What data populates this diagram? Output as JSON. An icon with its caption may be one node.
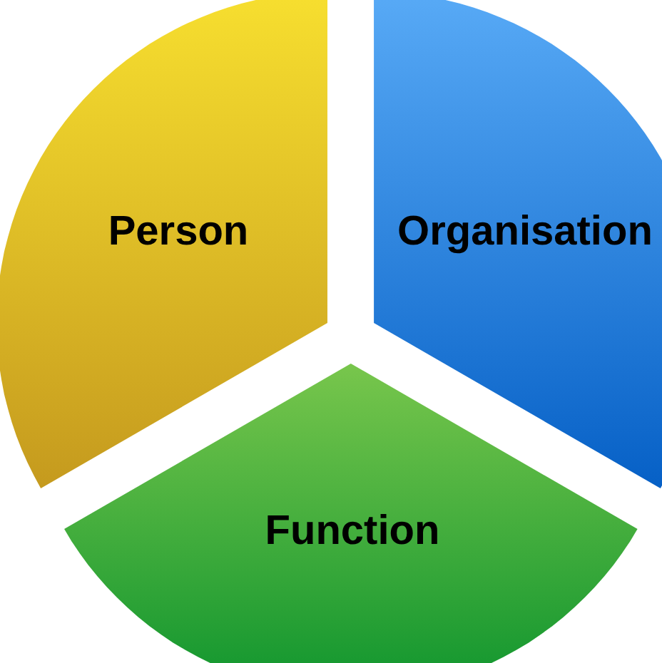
{
  "diagram": {
    "nodes": [
      {
        "text": [
          "Person"
        ]
      },
      {
        "text": [
          "Organisation"
        ]
      },
      {
        "text": [
          "Function"
        ]
      }
    ]
  }
}
